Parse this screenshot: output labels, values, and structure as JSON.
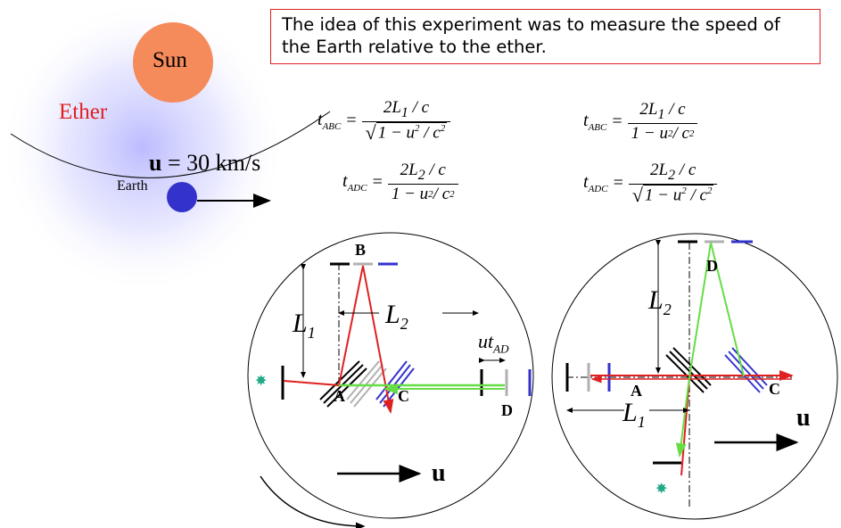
{
  "caption": "The idea of this experiment was to measure the speed of the Earth relative to the ether.",
  "sun_label": "Sun",
  "ether_label": "Ether",
  "earth_label": "Earth",
  "velocity": {
    "symbol": "u",
    "text": " = 30 km/s"
  },
  "equations": {
    "left_abc": {
      "lhs": "t",
      "sub": "ABC",
      "num": "2L",
      "num_sub": "1",
      "num_tail": " / c",
      "den": "1 − u",
      "den_sup": "2",
      "den_tail": " / c",
      "den_sup2": "2",
      "sqrt": true
    },
    "left_adc": {
      "lhs": "t",
      "sub": "ADC",
      "num": "2L",
      "num_sub": "2",
      "num_tail": " / c",
      "den": "1 − u",
      "den_sup": "2",
      "den_tail": " / c",
      "den_sup2": "2",
      "sqrt": false
    },
    "right_abc": {
      "lhs": "t",
      "sub": "ABC",
      "num": "2L",
      "num_sub": "1",
      "num_tail": " / c",
      "den": "1 − u",
      "den_sup": "2",
      "den_tail": " / c",
      "den_sup2": "2",
      "sqrt": false
    },
    "right_adc": {
      "lhs": "t",
      "sub": "ADC",
      "num": "2L",
      "num_sub": "2",
      "num_tail": " / c",
      "den": "1 − u",
      "den_sup": "2",
      "den_tail": " / c",
      "den_sup2": "2",
      "sqrt": true
    }
  },
  "left_diagram": {
    "B": "B",
    "A": "A",
    "C": "C",
    "D": "D",
    "L1": "L",
    "L1_sub": "1",
    "L2": "L",
    "L2_sub": "2",
    "ut": "ut",
    "ut_sub": "AD",
    "u": "u"
  },
  "right_diagram": {
    "D": "D",
    "A": "A",
    "C": "C",
    "L1": "L",
    "L1_sub": "1",
    "L2": "L",
    "L2_sub": "2",
    "u": "u"
  },
  "colors": {
    "sun": "#f58a5a",
    "ether_glow": "#b8b8ff",
    "earth": "#3333cc",
    "ray_red": "#e02020",
    "ray_green": "#66dd44",
    "mirror_blue": "#3333cc",
    "mirror_gray": "#b0b0b0",
    "source": "#22aa88"
  }
}
